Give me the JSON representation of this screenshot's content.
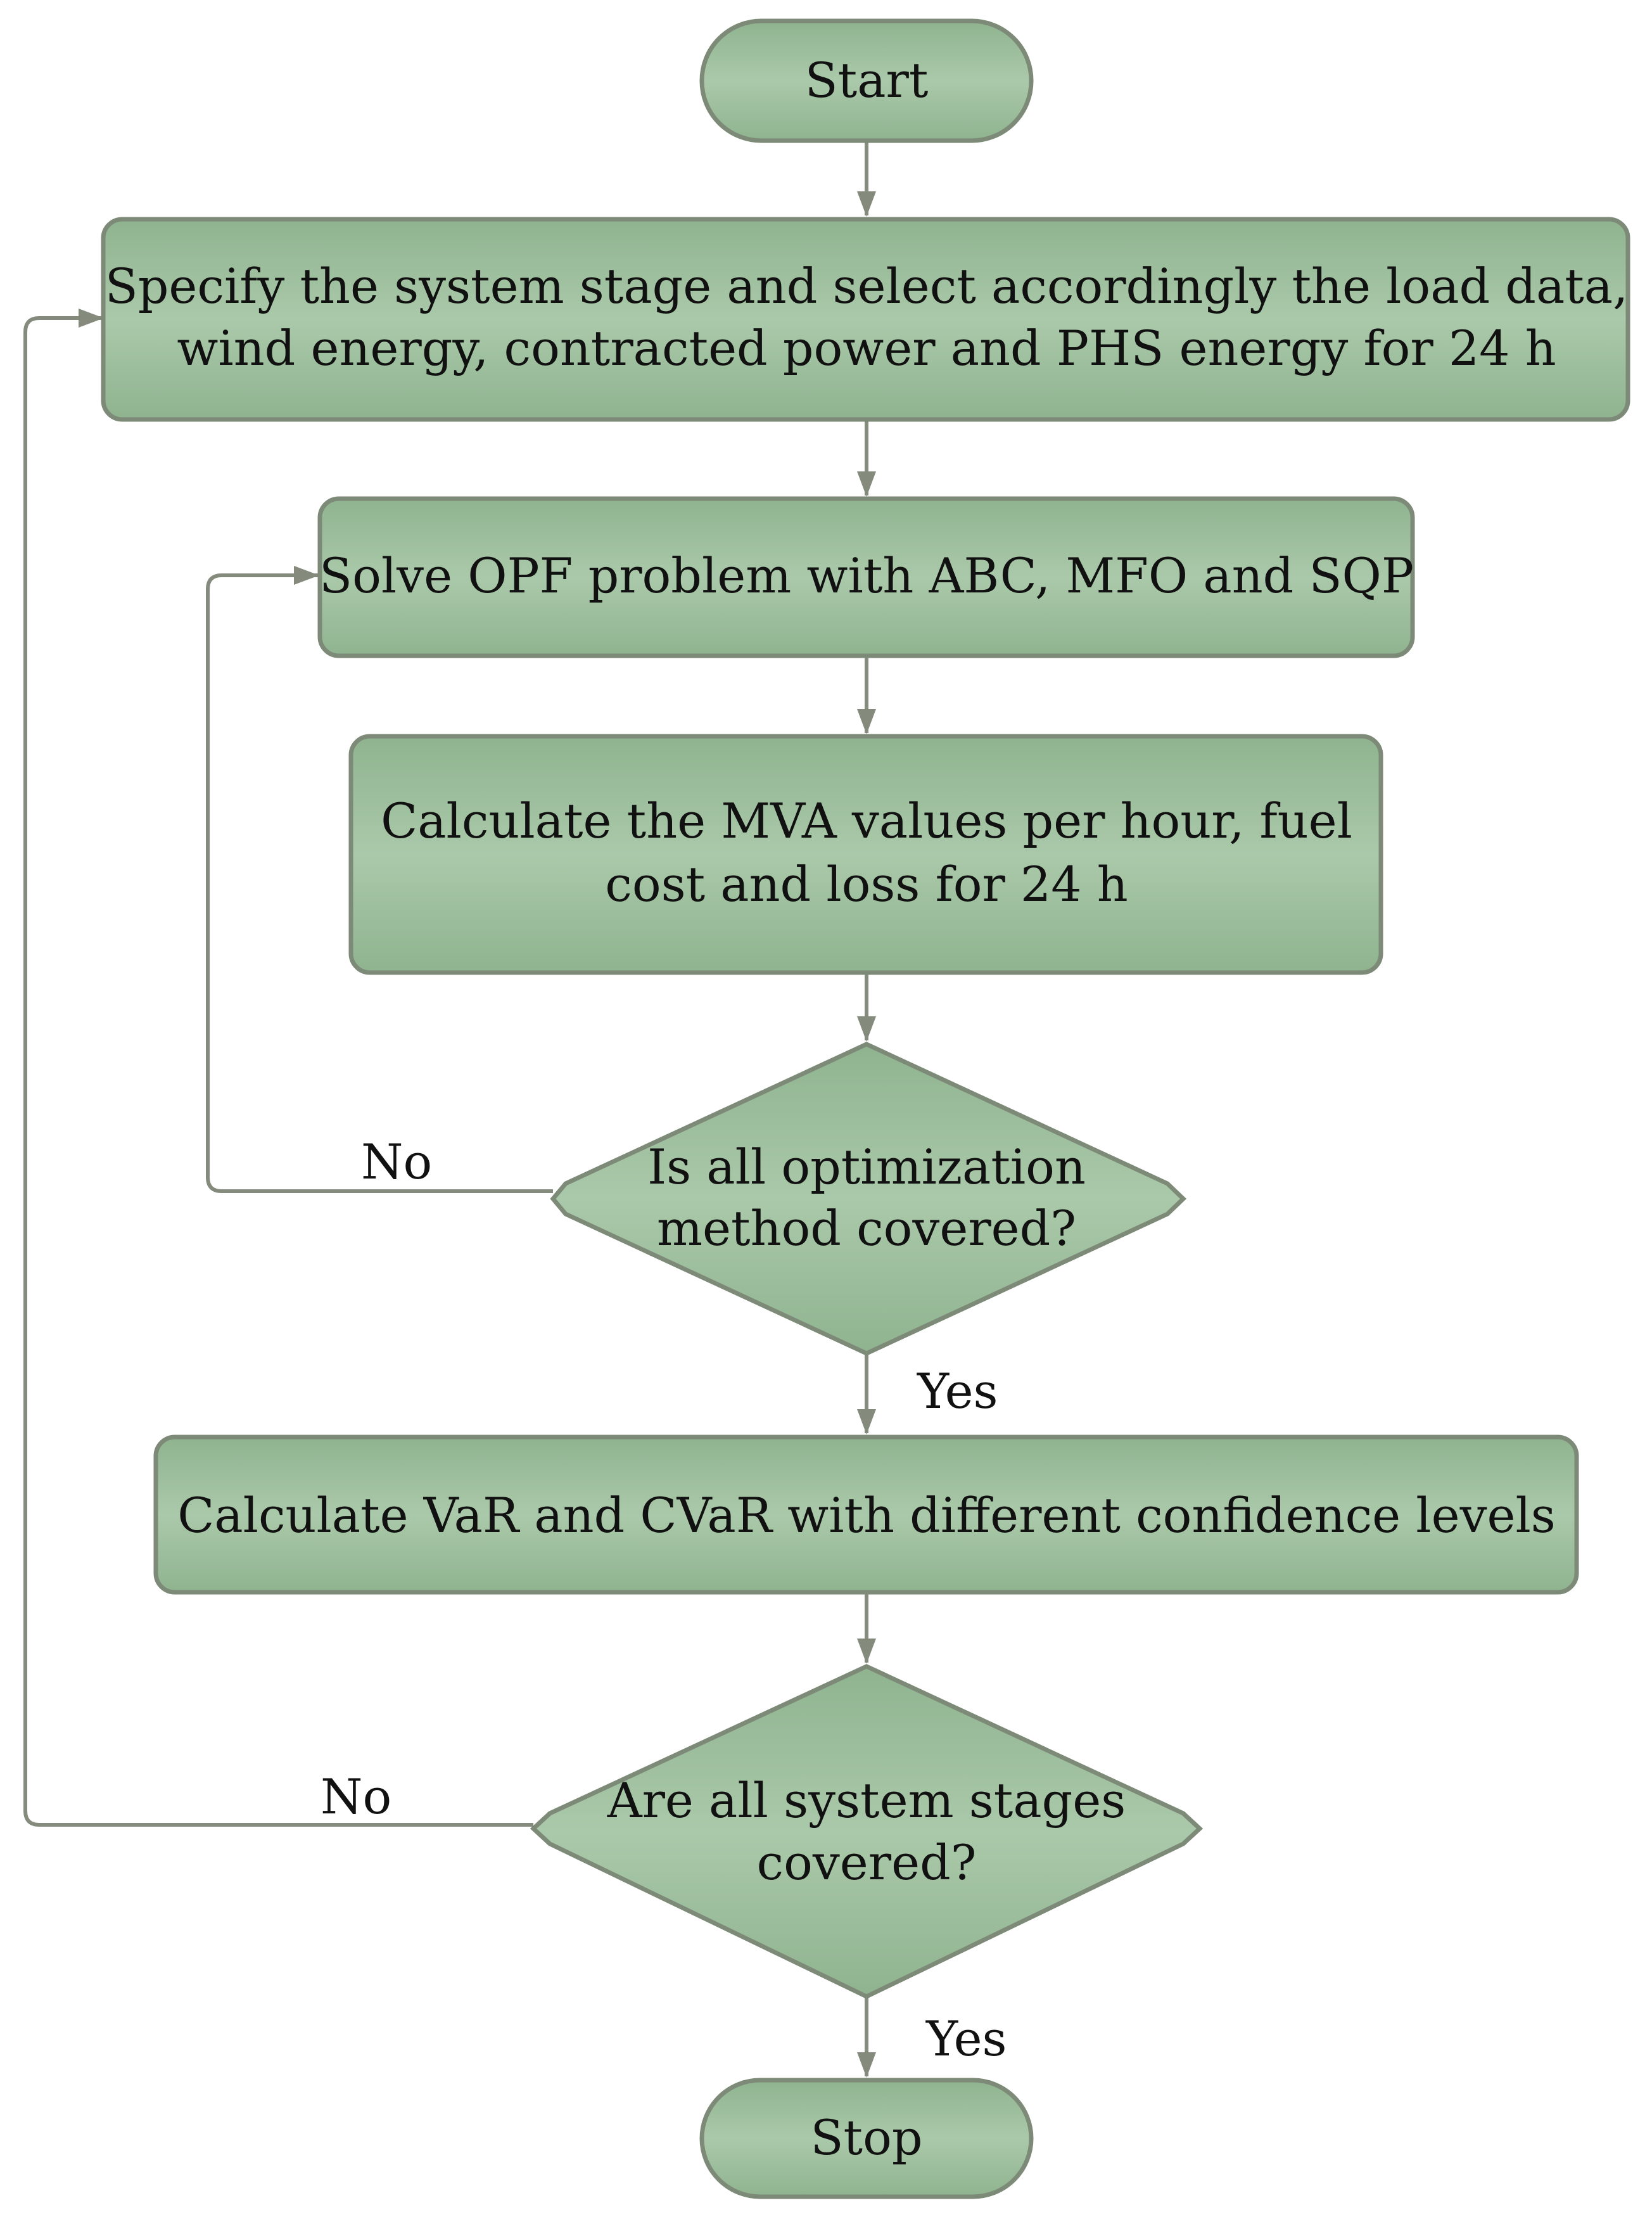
{
  "colors": {
    "node_fill_center": "#aac9aa",
    "node_fill_edge": "#8fb38f",
    "node_border": "#7d8a78",
    "connector": "#848a7c",
    "text": "#111111"
  },
  "nodes": {
    "start": {
      "label": "Start"
    },
    "specify": {
      "line1": "Specify the system stage and select accordingly the load data,",
      "line2": "wind energy, contracted power and PHS energy for 24 h"
    },
    "solve": {
      "label": "Solve OPF problem with ABC, MFO and SQP"
    },
    "calc_mva": {
      "line1": "Calculate the MVA values per hour, fuel",
      "line2": "cost and loss for 24 h"
    },
    "decision_methods": {
      "line1": "Is all optimization",
      "line2": "method covered?"
    },
    "calc_var": {
      "label": "Calculate VaR and CVaR with different confidence levels"
    },
    "decision_stages": {
      "line1": "Are all system stages",
      "line2": "covered?"
    },
    "stop": {
      "label": "Stop"
    }
  },
  "edges": {
    "methods_no": "No",
    "methods_yes": "Yes",
    "stages_no": "No",
    "stages_yes": "Yes"
  }
}
